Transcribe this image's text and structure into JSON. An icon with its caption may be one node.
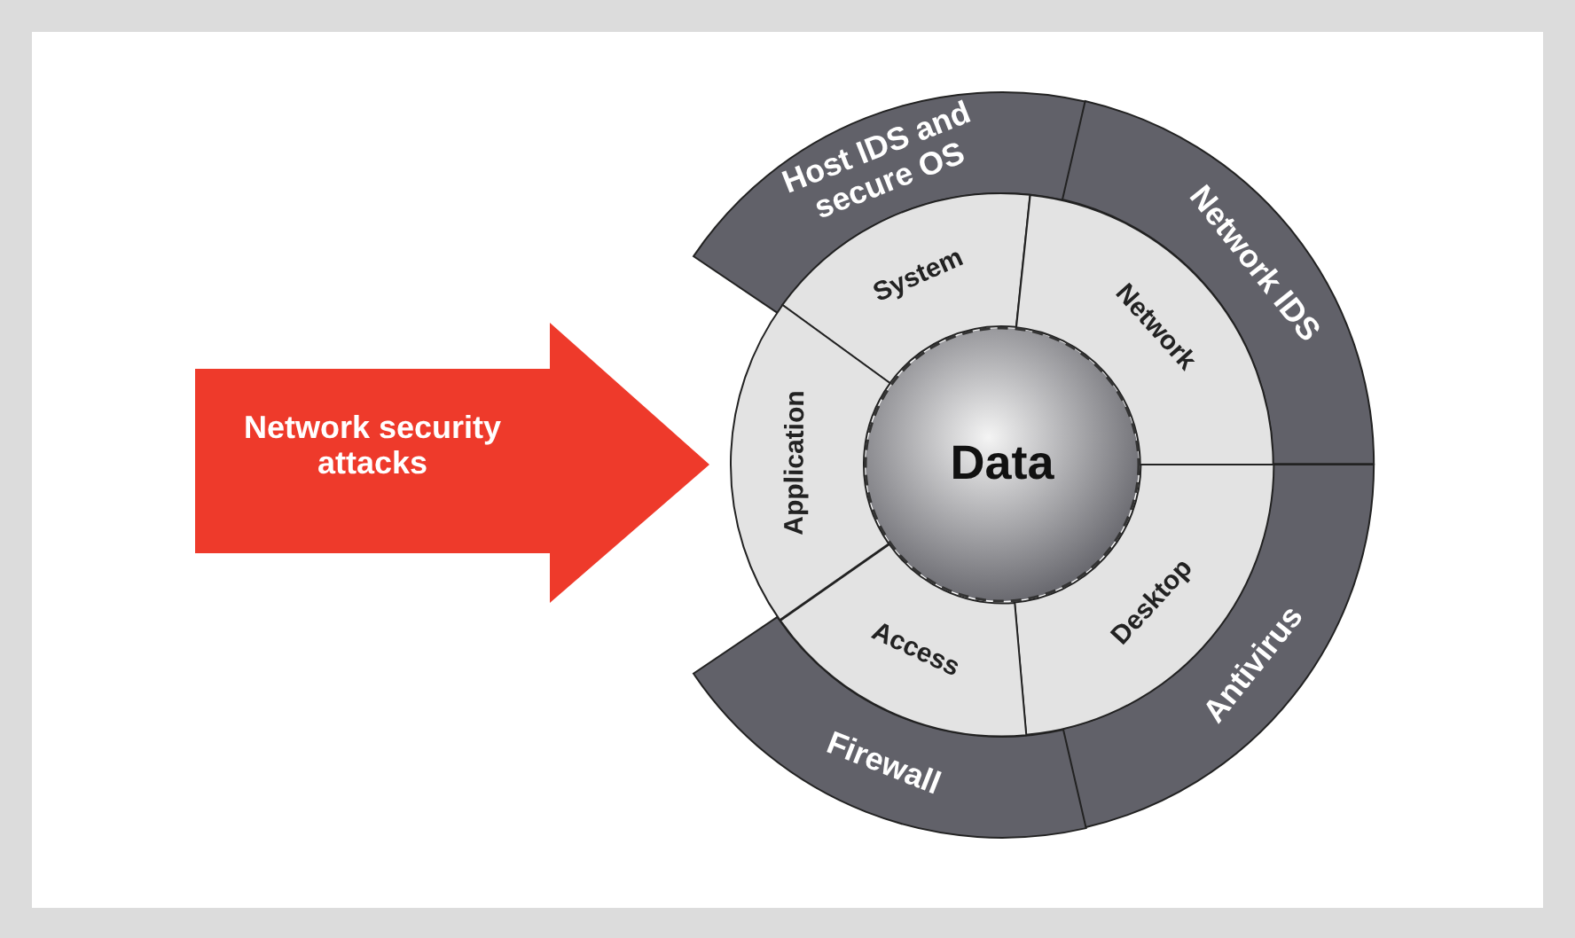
{
  "diagram": {
    "nodes": [
      {
        "text": [
          "Network security attacks"
        ]
      },
      {
        "text": [
          "Host IDS and secure OS"
        ]
      },
      {
        "text": [
          "Network IDS"
        ]
      },
      {
        "text": [
          "Antivirus"
        ]
      },
      {
        "text": [
          "Firewall"
        ]
      },
      {
        "text": [
          "System"
        ]
      },
      {
        "text": [
          "Network"
        ]
      },
      {
        "text": [
          "Desktop"
        ]
      },
      {
        "text": [
          "Access"
        ]
      },
      {
        "text": [
          "Application"
        ]
      },
      {
        "text": [
          "Data"
        ]
      }
    ]
  }
}
